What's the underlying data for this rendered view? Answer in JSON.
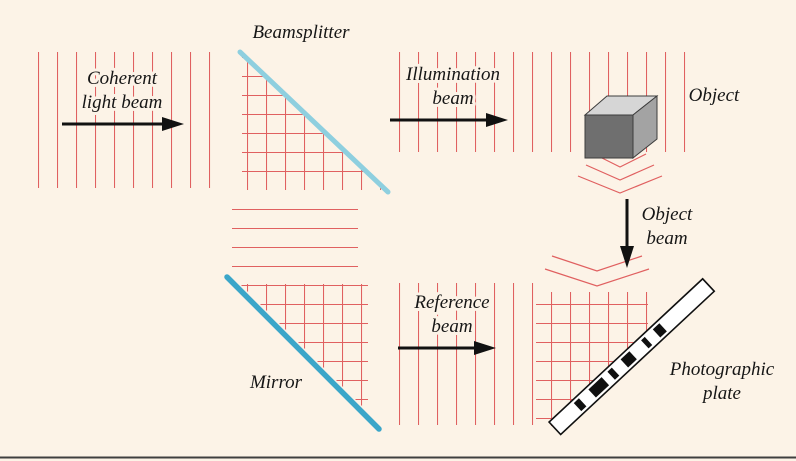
{
  "labels": {
    "beamsplitter": "Beamsplitter",
    "coherent_line1": "Coherent",
    "coherent_line2": "light beam",
    "illumination_line1": "Illumination",
    "illumination_line2": "beam",
    "object": "Object",
    "object_beam_line1": "Object",
    "object_beam_line2": "beam",
    "reference_line1": "Reference",
    "reference_line2": "beam",
    "mirror": "Mirror",
    "photographic_line1": "Photographic",
    "photographic_line2": "plate"
  },
  "colors": {
    "background": "#fcf3e7",
    "wavefront_red": "#e06060",
    "beamsplitter_blue": "#8ecfdf",
    "mirror_blue": "#3ba6c9",
    "arrow_black": "#111111",
    "cube_top": "#d6d6d6",
    "cube_front": "#6f6f6f",
    "cube_side": "#a3a3a3"
  }
}
